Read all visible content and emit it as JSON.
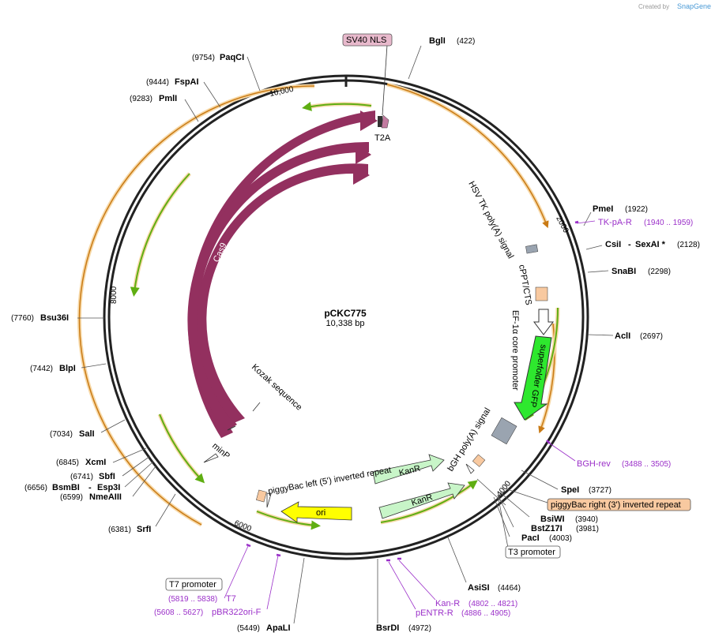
{
  "header": {
    "credit": "Created by",
    "brand": "SnapGene"
  },
  "plasmid": {
    "name": "pCKC775",
    "size": "10,338 bp"
  },
  "ticks": [
    "10,000",
    "2000",
    "4000",
    "6000",
    "8000"
  ],
  "enzymes": {
    "bgli": {
      "name": "BglI",
      "pos": "(422)"
    },
    "paqci": {
      "name": "PaqCI",
      "pos": "(9754)"
    },
    "fspai": {
      "name": "FspAI",
      "pos": "(9444)"
    },
    "pmli": {
      "name": "PmlI",
      "pos": "(9283)"
    },
    "pmei": {
      "name": "PmeI",
      "pos": "(1922)"
    },
    "csii": {
      "name": "CsiI",
      "pos": "(2128)"
    },
    "sexai": {
      "name": "SexAI *",
      "pos": ""
    },
    "snabi": {
      "name": "SnaBI",
      "pos": "(2298)"
    },
    "acli": {
      "name": "AclI",
      "pos": "(2697)"
    },
    "bsu36i": {
      "name": "Bsu36I",
      "pos": "(7760)"
    },
    "blpi": {
      "name": "BlpI",
      "pos": "(7442)"
    },
    "sali": {
      "name": "SalI",
      "pos": "(7034)"
    },
    "xcmi": {
      "name": "XcmI",
      "pos": "(6845)"
    },
    "sbfi": {
      "name": "SbfI",
      "pos": "(6741)"
    },
    "bsmbi": {
      "name": "BsmBI",
      "pos": "(6656)"
    },
    "esp3i": {
      "name": "Esp3I",
      "pos": ""
    },
    "nmeaiii": {
      "name": "NmeAIII",
      "pos": "(6599)"
    },
    "srfi": {
      "name": "SrfI",
      "pos": "(6381)"
    },
    "spei": {
      "name": "SpeI",
      "pos": "(3727)"
    },
    "bsiwi": {
      "name": "BsiWI",
      "pos": "(3940)"
    },
    "bstz17i": {
      "name": "BstZ17I",
      "pos": "(3981)"
    },
    "paci": {
      "name": "PacI",
      "pos": "(4003)"
    },
    "asisi": {
      "name": "AsiSI",
      "pos": "(4464)"
    },
    "bsrdi": {
      "name": "BsrDI",
      "pos": "(4972)"
    },
    "apali": {
      "name": "ApaLI",
      "pos": "(5449)"
    }
  },
  "primers": {
    "tkpa": {
      "name": "TK-pA-R",
      "pos": "(1940 .. 1959)"
    },
    "bghrev": {
      "name": "BGH-rev",
      "pos": "(3488 .. 3505)"
    },
    "kanr": {
      "name": "Kan-R",
      "pos": "(4802 .. 4821)"
    },
    "pentr": {
      "name": "pENTR-R",
      "pos": "(4886 .. 4905)"
    },
    "t7": {
      "name": "T7",
      "pos": "(5819 .. 5838)"
    },
    "pbr": {
      "name": "pBR322ori-F",
      "pos": "(5608 .. 5627)"
    }
  },
  "boxed": {
    "sv40": "SV40 NLS",
    "t7prom": "T7 promoter",
    "t3prom": "T3 promoter",
    "pbright": "piggyBac right (3') inverted repeat"
  },
  "features": {
    "t2a": "T2A",
    "hsv": "HSV TK poly(A) signal",
    "cppt": "cPPT/CTS",
    "ef1a": "EF-1α core promoter",
    "gfp": "superfolder GFP",
    "bgh": "bGH poly(A) signal",
    "kanr1": "KanR",
    "kanr2": "KanR",
    "ori": "ori",
    "pbleft": "piggyBac left (5') inverted repeat",
    "minp": "minP",
    "kozak": "Kozak sequence",
    "cas9a": "Cas9",
    "cas9b": "Cas9",
    "cas9c": "Cas9"
  },
  "colors": {
    "cas9": "#93305f",
    "gfp": "#2ee82e",
    "ori": "#ffff00",
    "kanr": "#c8f5c8",
    "orf_arrow": "#78c01e",
    "orf_halo": "#f7d9a8",
    "primer": "#9b30c9"
  }
}
